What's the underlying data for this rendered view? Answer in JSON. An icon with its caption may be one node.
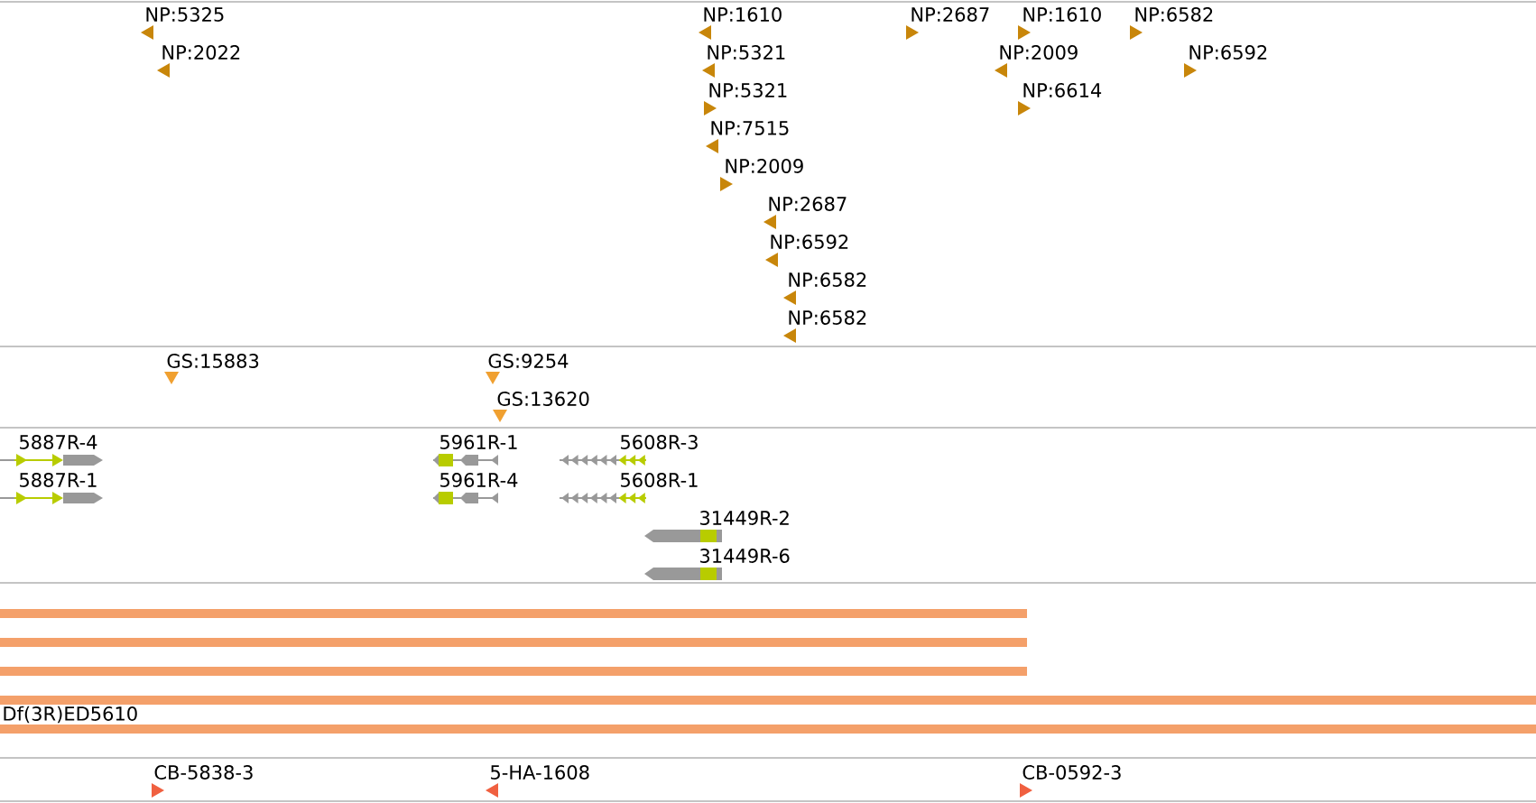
{
  "diagram": {
    "labels": [
      "NP:5325",
      "NP:1610",
      "NP:2687",
      "NP:1610",
      "NP:6582",
      "NP:2022",
      "NP:5321",
      "NP:2009",
      "NP:6592",
      "NP:5321",
      "NP:6614",
      "NP:7515",
      "NP:2009",
      "NP:2687",
      "NP:6592",
      "NP:6582",
      "NP:6582",
      "GS:15883",
      "GS:9254",
      "GS:13620",
      "5887R-4",
      "5961R-1",
      "5608R-3",
      "5887R-1",
      "5961R-4",
      "5608R-1",
      "31449R-2",
      "31449R-6",
      "Df(3R)ED5610",
      "CB-5838-3",
      "5-HA-1608",
      "CB-0592-3"
    ]
  }
}
